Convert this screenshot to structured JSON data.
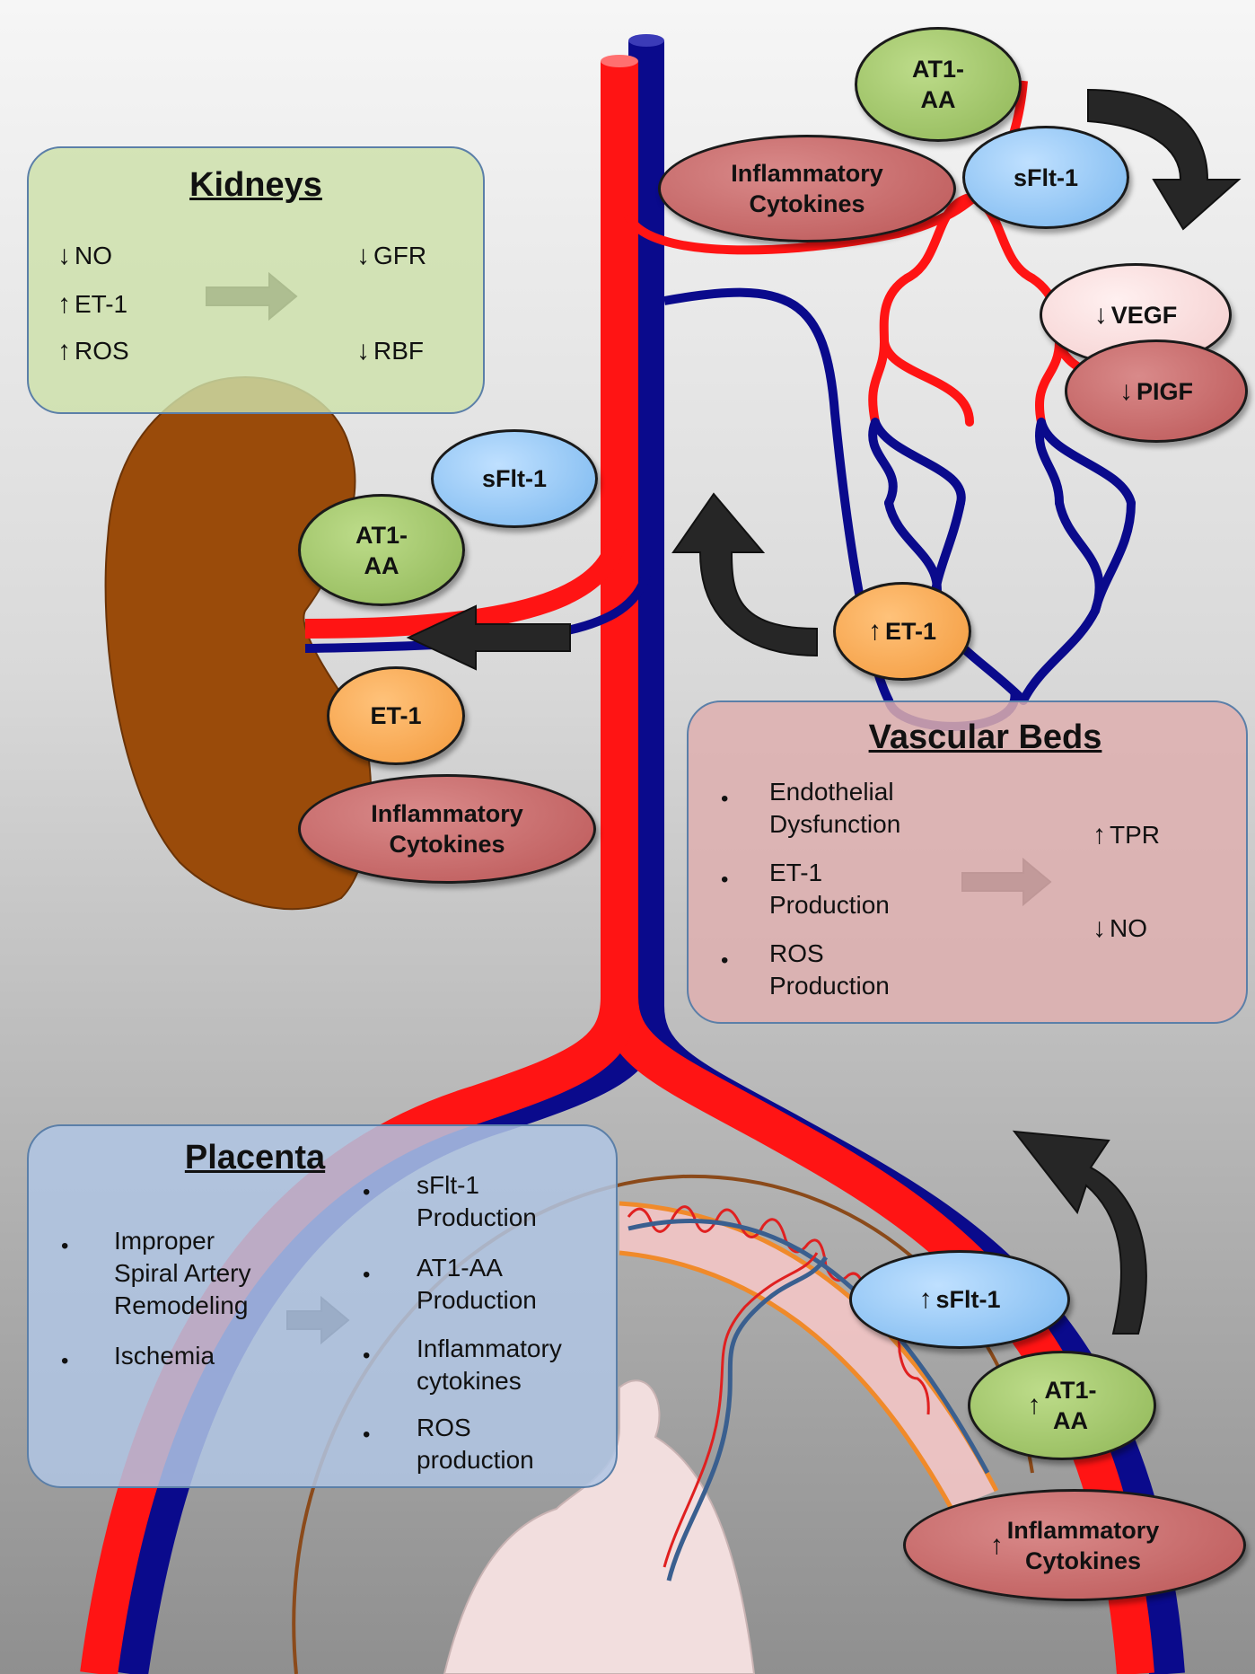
{
  "kidneys": {
    "title": "Kidneys",
    "left": [
      {
        "arrow": "↓",
        "text": "NO"
      },
      {
        "arrow": "↑",
        "text": "ET-1"
      },
      {
        "arrow": "↑",
        "text": "ROS"
      }
    ],
    "right": [
      {
        "arrow": "↓",
        "text": "GFR"
      },
      {
        "arrow": "↓",
        "text": "RBF"
      }
    ]
  },
  "vascular_beds": {
    "title": "Vascular Beds",
    "bullets": [
      {
        "line1": "Endothelial",
        "line2": "Dysfunction"
      },
      {
        "line1": "ET-1",
        "line2": "Production"
      },
      {
        "line1": "ROS",
        "line2": "Production"
      }
    ],
    "results": [
      {
        "arrow": "↑",
        "text": "TPR"
      },
      {
        "arrow": "↓",
        "text": "NO"
      }
    ]
  },
  "placenta": {
    "title": "Placenta",
    "causes": [
      {
        "lines": [
          "Improper",
          "Spiral Artery",
          "Remodeling"
        ]
      },
      {
        "lines": [
          "Ischemia"
        ]
      }
    ],
    "effects": [
      {
        "line1": "sFlt-1",
        "line2": "Production"
      },
      {
        "line1": "AT1-AA",
        "line2": "Production"
      },
      {
        "line1": "Inflammatory",
        "line2": "cytokines"
      },
      {
        "line1": "ROS",
        "line2": "production"
      }
    ]
  },
  "ovals": {
    "top_at1aa": {
      "line1": "AT1-",
      "line2": "AA"
    },
    "top_inflammatory": {
      "line1": "Inflammatory",
      "line2": "Cytokines"
    },
    "top_sflt1": {
      "text": "sFlt-1"
    },
    "vegf": {
      "arrow": "↓",
      "text": "VEGF"
    },
    "pigf": {
      "arrow": "↓",
      "text": "PIGF"
    },
    "kidney_sflt1": {
      "text": "sFlt-1"
    },
    "kidney_at1aa": {
      "line1": "AT1-",
      "line2": "AA"
    },
    "kidney_et1": {
      "text": "ET-1"
    },
    "kidney_inflammatory": {
      "line1": "Inflammatory",
      "line2": "Cytokines"
    },
    "vascular_et1": {
      "arrow": "↑",
      "text": "ET-1"
    },
    "placenta_sflt1": {
      "arrow": "↑",
      "text": "sFlt-1"
    },
    "placenta_at1aa": {
      "arrow": "↑",
      "line1": "AT1-",
      "line2": "AA"
    },
    "placenta_inflammatory": {
      "arrow": "↑",
      "line1": "Inflammatory",
      "line2": "Cytokines"
    }
  }
}
